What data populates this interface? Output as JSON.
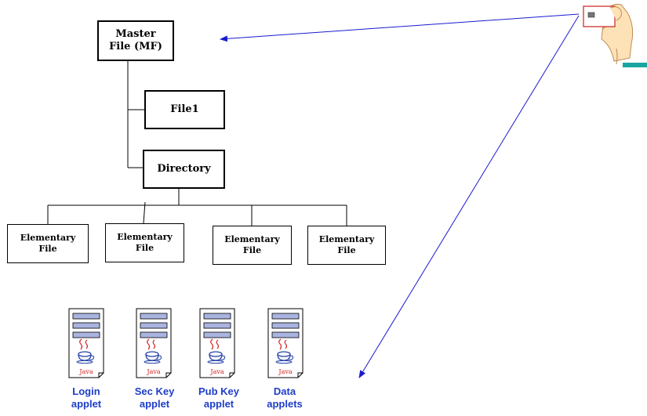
{
  "tree": {
    "master_file": "Master\nFile (MF)",
    "file1": "File1",
    "directory": "Directory",
    "elementary_files": [
      "Elementary\nFile",
      "Elementary\nFile",
      "Elementary\nFile",
      "Elementary\nFile"
    ]
  },
  "applets": [
    {
      "label": "Login\napplet",
      "logo": "Java"
    },
    {
      "label": "Sec Key\napplet",
      "logo": "Java"
    },
    {
      "label": "Pub Key\napplet",
      "logo": "Java"
    },
    {
      "label": "Data\napplets",
      "logo": "Java"
    }
  ],
  "colors": {
    "arrow": "#1a1ad0",
    "applet_label": "#1e3ec8",
    "java_red": "#d22020",
    "java_blue": "#2844a8",
    "applet_bar": "#a9b4e0",
    "smart_card_border": "#cc2020"
  },
  "icons": {
    "hand": "hand-holding-smart-card-icon",
    "applet": "java-applet-document-icon"
  }
}
